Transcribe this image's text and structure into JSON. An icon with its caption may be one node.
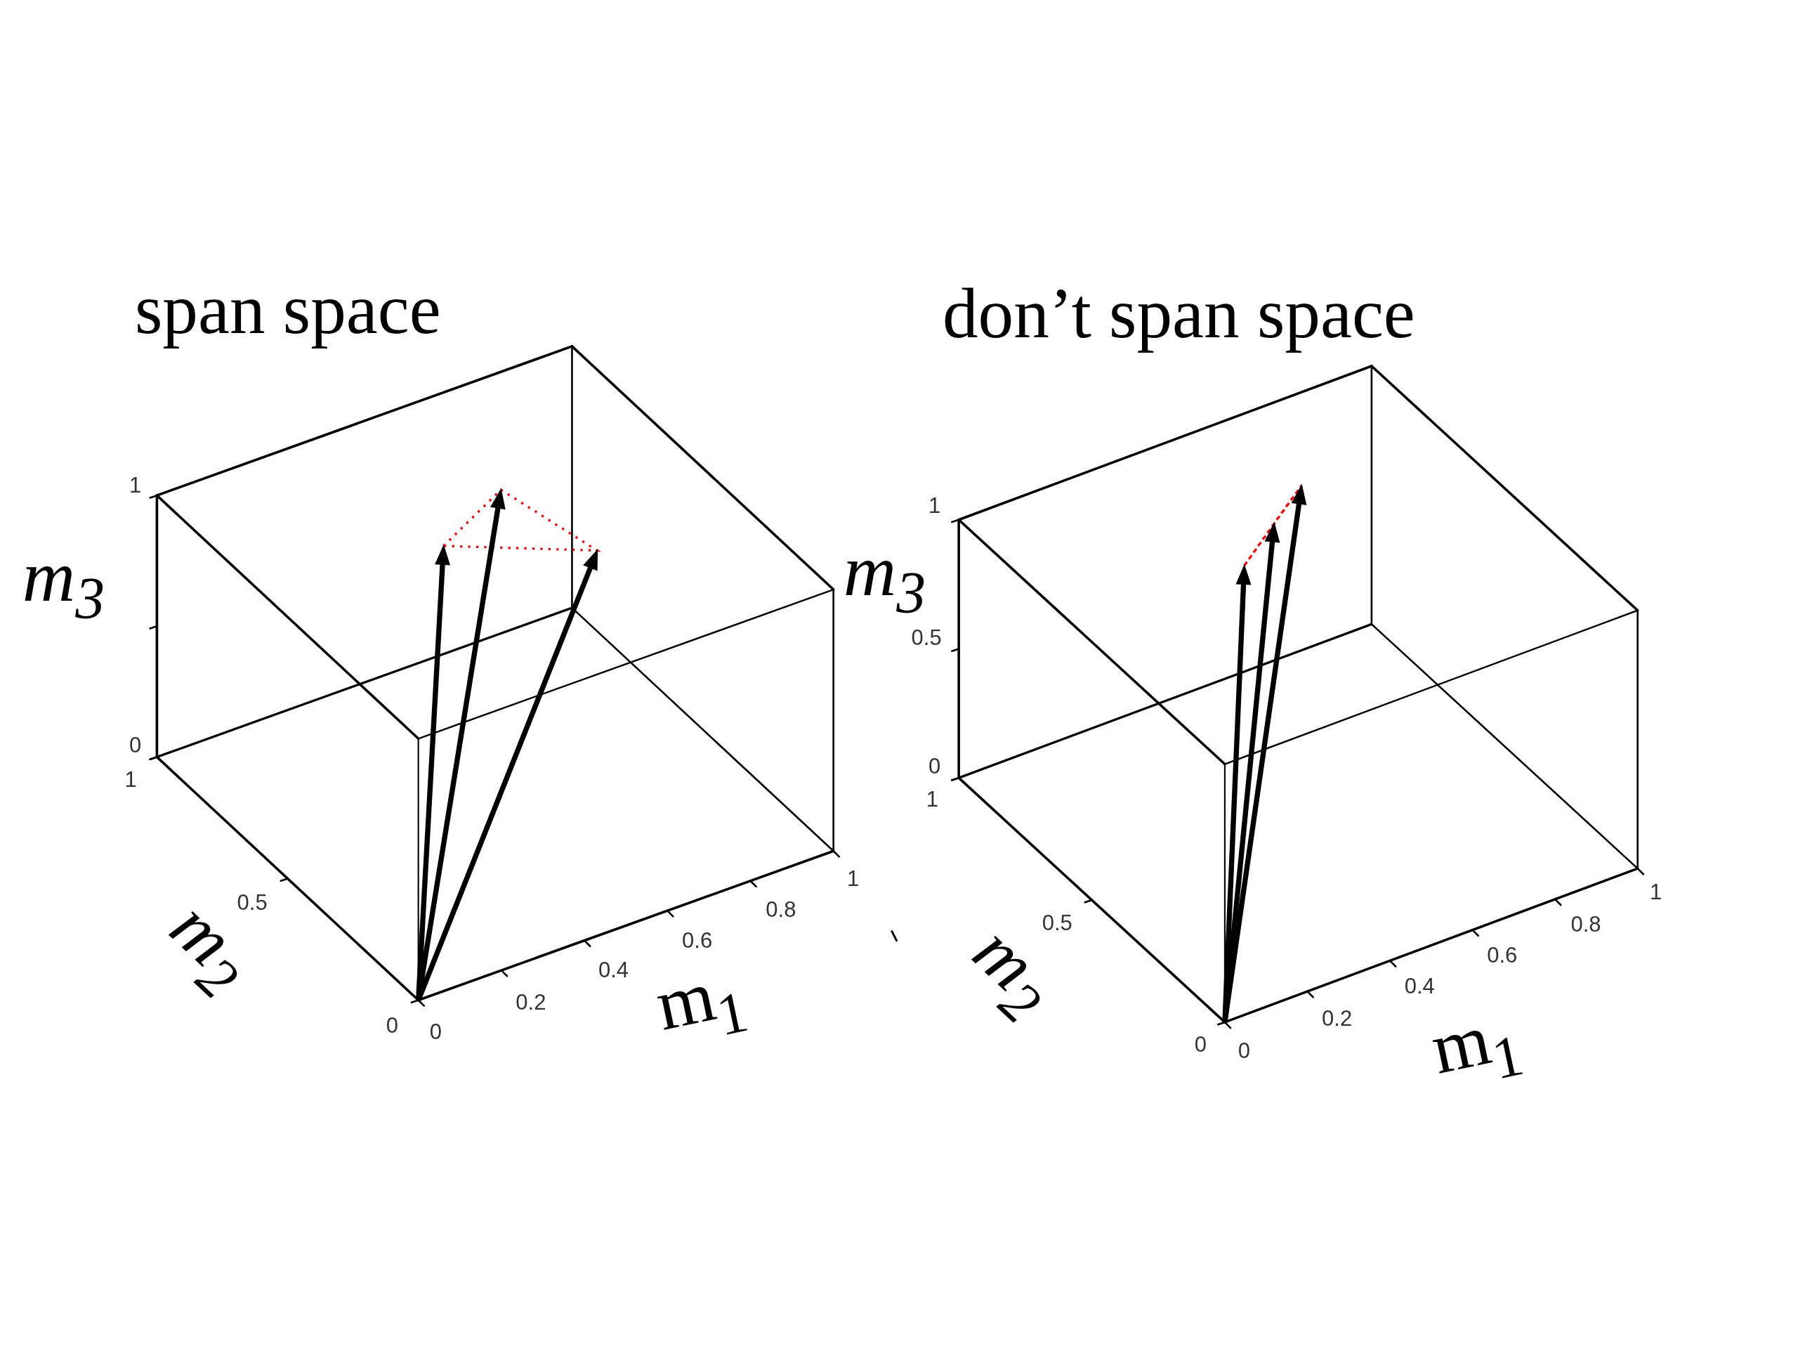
{
  "diagram": {
    "labels": [
      "span space",
      "1",
      "m$_{3}$",
      "0",
      "1",
      "0.5",
      "m$_{2}$",
      "0",
      "0",
      "0.2",
      "0.4",
      "0.6",
      "0.8",
      "1",
      "m$_{1}$",
      "don’t span space",
      "m$_{3}$",
      "1",
      "0.5",
      "0",
      "1",
      "0.5",
      "m$_{2}$",
      "0",
      "0",
      "0.2",
      "0.4",
      "0.6",
      "0.8",
      "1",
      "m$_{1}$"
    ]
  }
}
